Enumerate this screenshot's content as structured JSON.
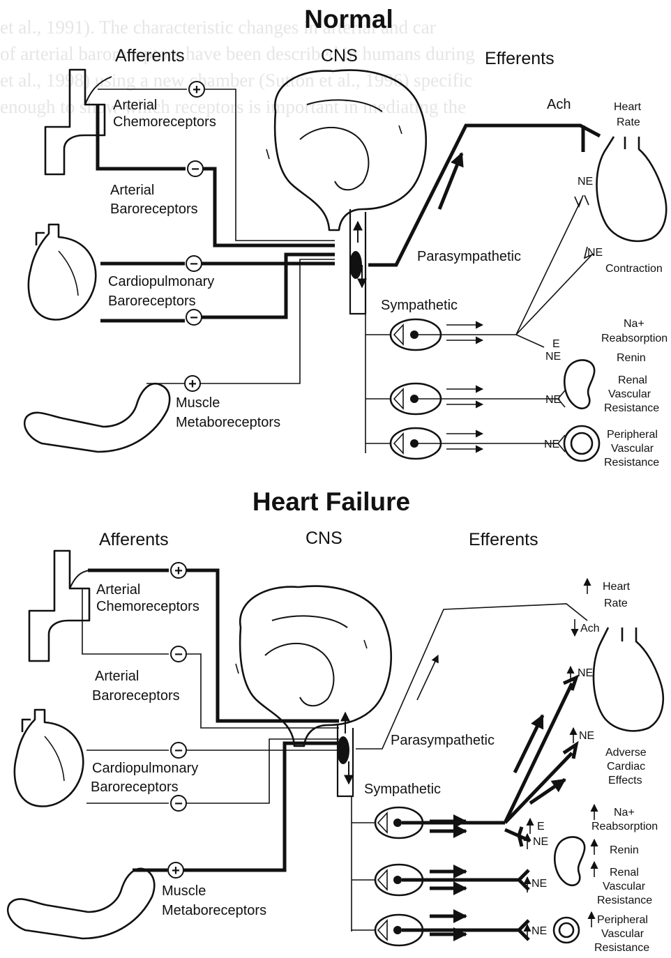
{
  "background_text": [
    "et al., 1991). The characteristic changes in arterial and car",
    "of arterial baroreceptors have been described in humans during",
    "et al., 1998) using a new chamber (Sutton et al., 1996) specific",
    "enough to show which receptors is important in mediating the"
  ],
  "normal": {
    "title": "Normal",
    "afferents": "Afferents",
    "cns": "CNS",
    "efferents": "Efferents",
    "arterial_chemoreceptors": [
      "Arterial",
      "Chemoreceptors"
    ],
    "arterial_baroreceptors": [
      "Arterial",
      "Baroreceptors"
    ],
    "cardiopulmonary_baroreceptors": [
      "Cardiopulmonary",
      "Baroreceptors"
    ],
    "muscle_metaboreceptors": [
      "Muscle",
      "Metaboreceptors"
    ],
    "parasympathetic": "Parasympathetic",
    "sympathetic": "Sympathetic",
    "ach": "Ach",
    "heart_rate": [
      "Heart",
      "Rate"
    ],
    "contraction": "Contraction",
    "na_reabsorption": [
      "Na+",
      "Reabsorption"
    ],
    "renin": "Renin",
    "renal_vascular_resistance": [
      "Renal",
      "Vascular",
      "Resistance"
    ],
    "peripheral_vascular_resistance": [
      "Peripheral",
      "Vascular",
      "Resistance"
    ],
    "ne": "NE",
    "e": "E",
    "plus": "+",
    "minus": "−"
  },
  "heart_failure": {
    "title": "Heart Failure",
    "afferents": "Afferents",
    "cns": "CNS",
    "efferents": "Efferents",
    "arterial_chemoreceptors": [
      "Arterial",
      "Chemoreceptors"
    ],
    "arterial_baroreceptors": [
      "Arterial",
      "Baroreceptors"
    ],
    "cardiopulmonary_baroreceptors": [
      "Cardiopulmonary",
      "Baroreceptors"
    ],
    "muscle_metaboreceptors": [
      "Muscle",
      "Metaboreceptors"
    ],
    "parasympathetic": "Parasympathetic",
    "sympathetic": "Sympathetic",
    "ach": "Ach",
    "heart_rate": [
      "Heart",
      "Rate"
    ],
    "adverse_cardiac_effects": [
      "Adverse",
      "Cardiac",
      "Effects"
    ],
    "na_reabsorption": [
      "Na+",
      "Reabsorption"
    ],
    "renin": "Renin",
    "renal_vascular_resistance": [
      "Renal",
      "Vascular",
      "Resistance"
    ],
    "peripheral_vascular_resistance": [
      "Peripheral",
      "Vascular",
      "Resistance"
    ],
    "ne": "NE",
    "e": "E",
    "plus": "+",
    "minus": "−"
  }
}
